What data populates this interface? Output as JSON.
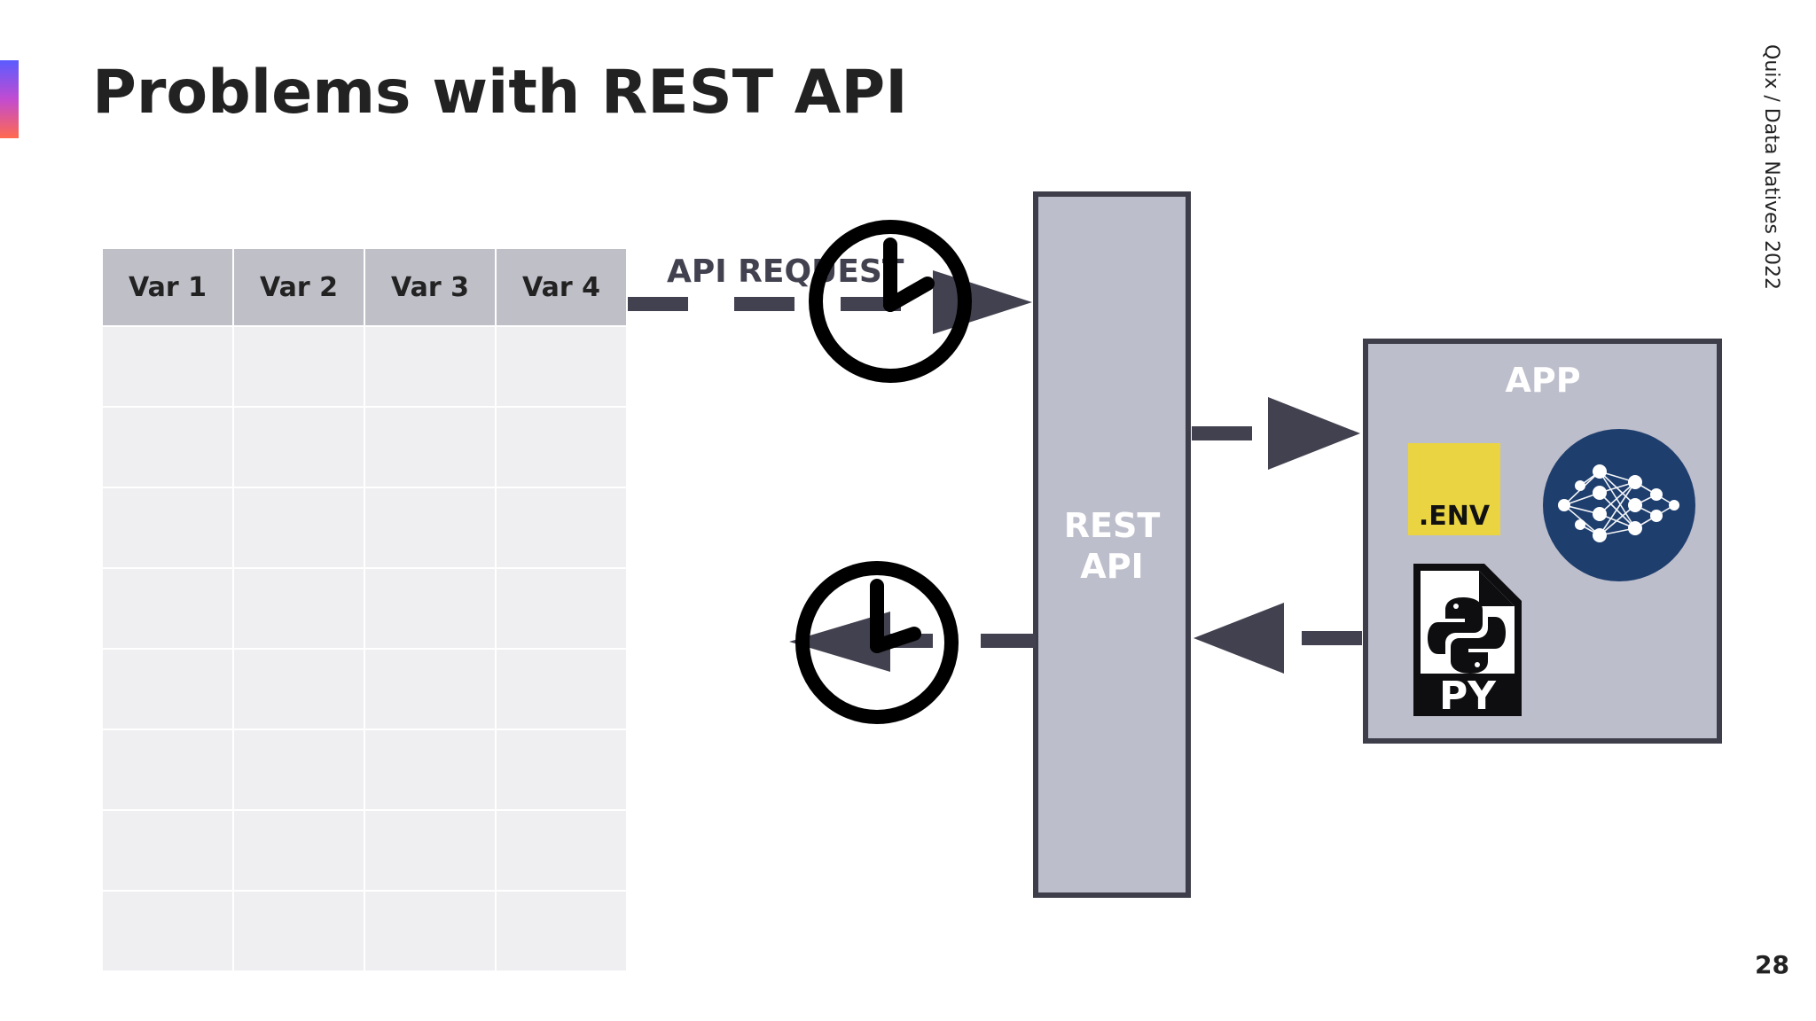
{
  "slide": {
    "title": "Problems with REST API",
    "side_label": "Quix / Data Natives 2022",
    "page_number": "28"
  },
  "table": {
    "headers": [
      "Var 1",
      "Var 2",
      "Var 3",
      "Var 4"
    ],
    "empty_rows": 8
  },
  "diagram": {
    "request_label": "API REQUEST",
    "rest_api_label_line1": "REST",
    "rest_api_label_line2": "API",
    "app_label": "APP",
    "env_label": ".ENV",
    "py_label": "PY",
    "icons": [
      "clock-icon",
      "neural-network-icon",
      "python-file-icon",
      "env-file-icon"
    ],
    "colors": {
      "arrow": "#42414f",
      "box_fill": "#bdbecb",
      "box_border": "#3e3e4a",
      "env_yellow": "#ebd442",
      "nn_blue": "#1e3e6e"
    }
  }
}
